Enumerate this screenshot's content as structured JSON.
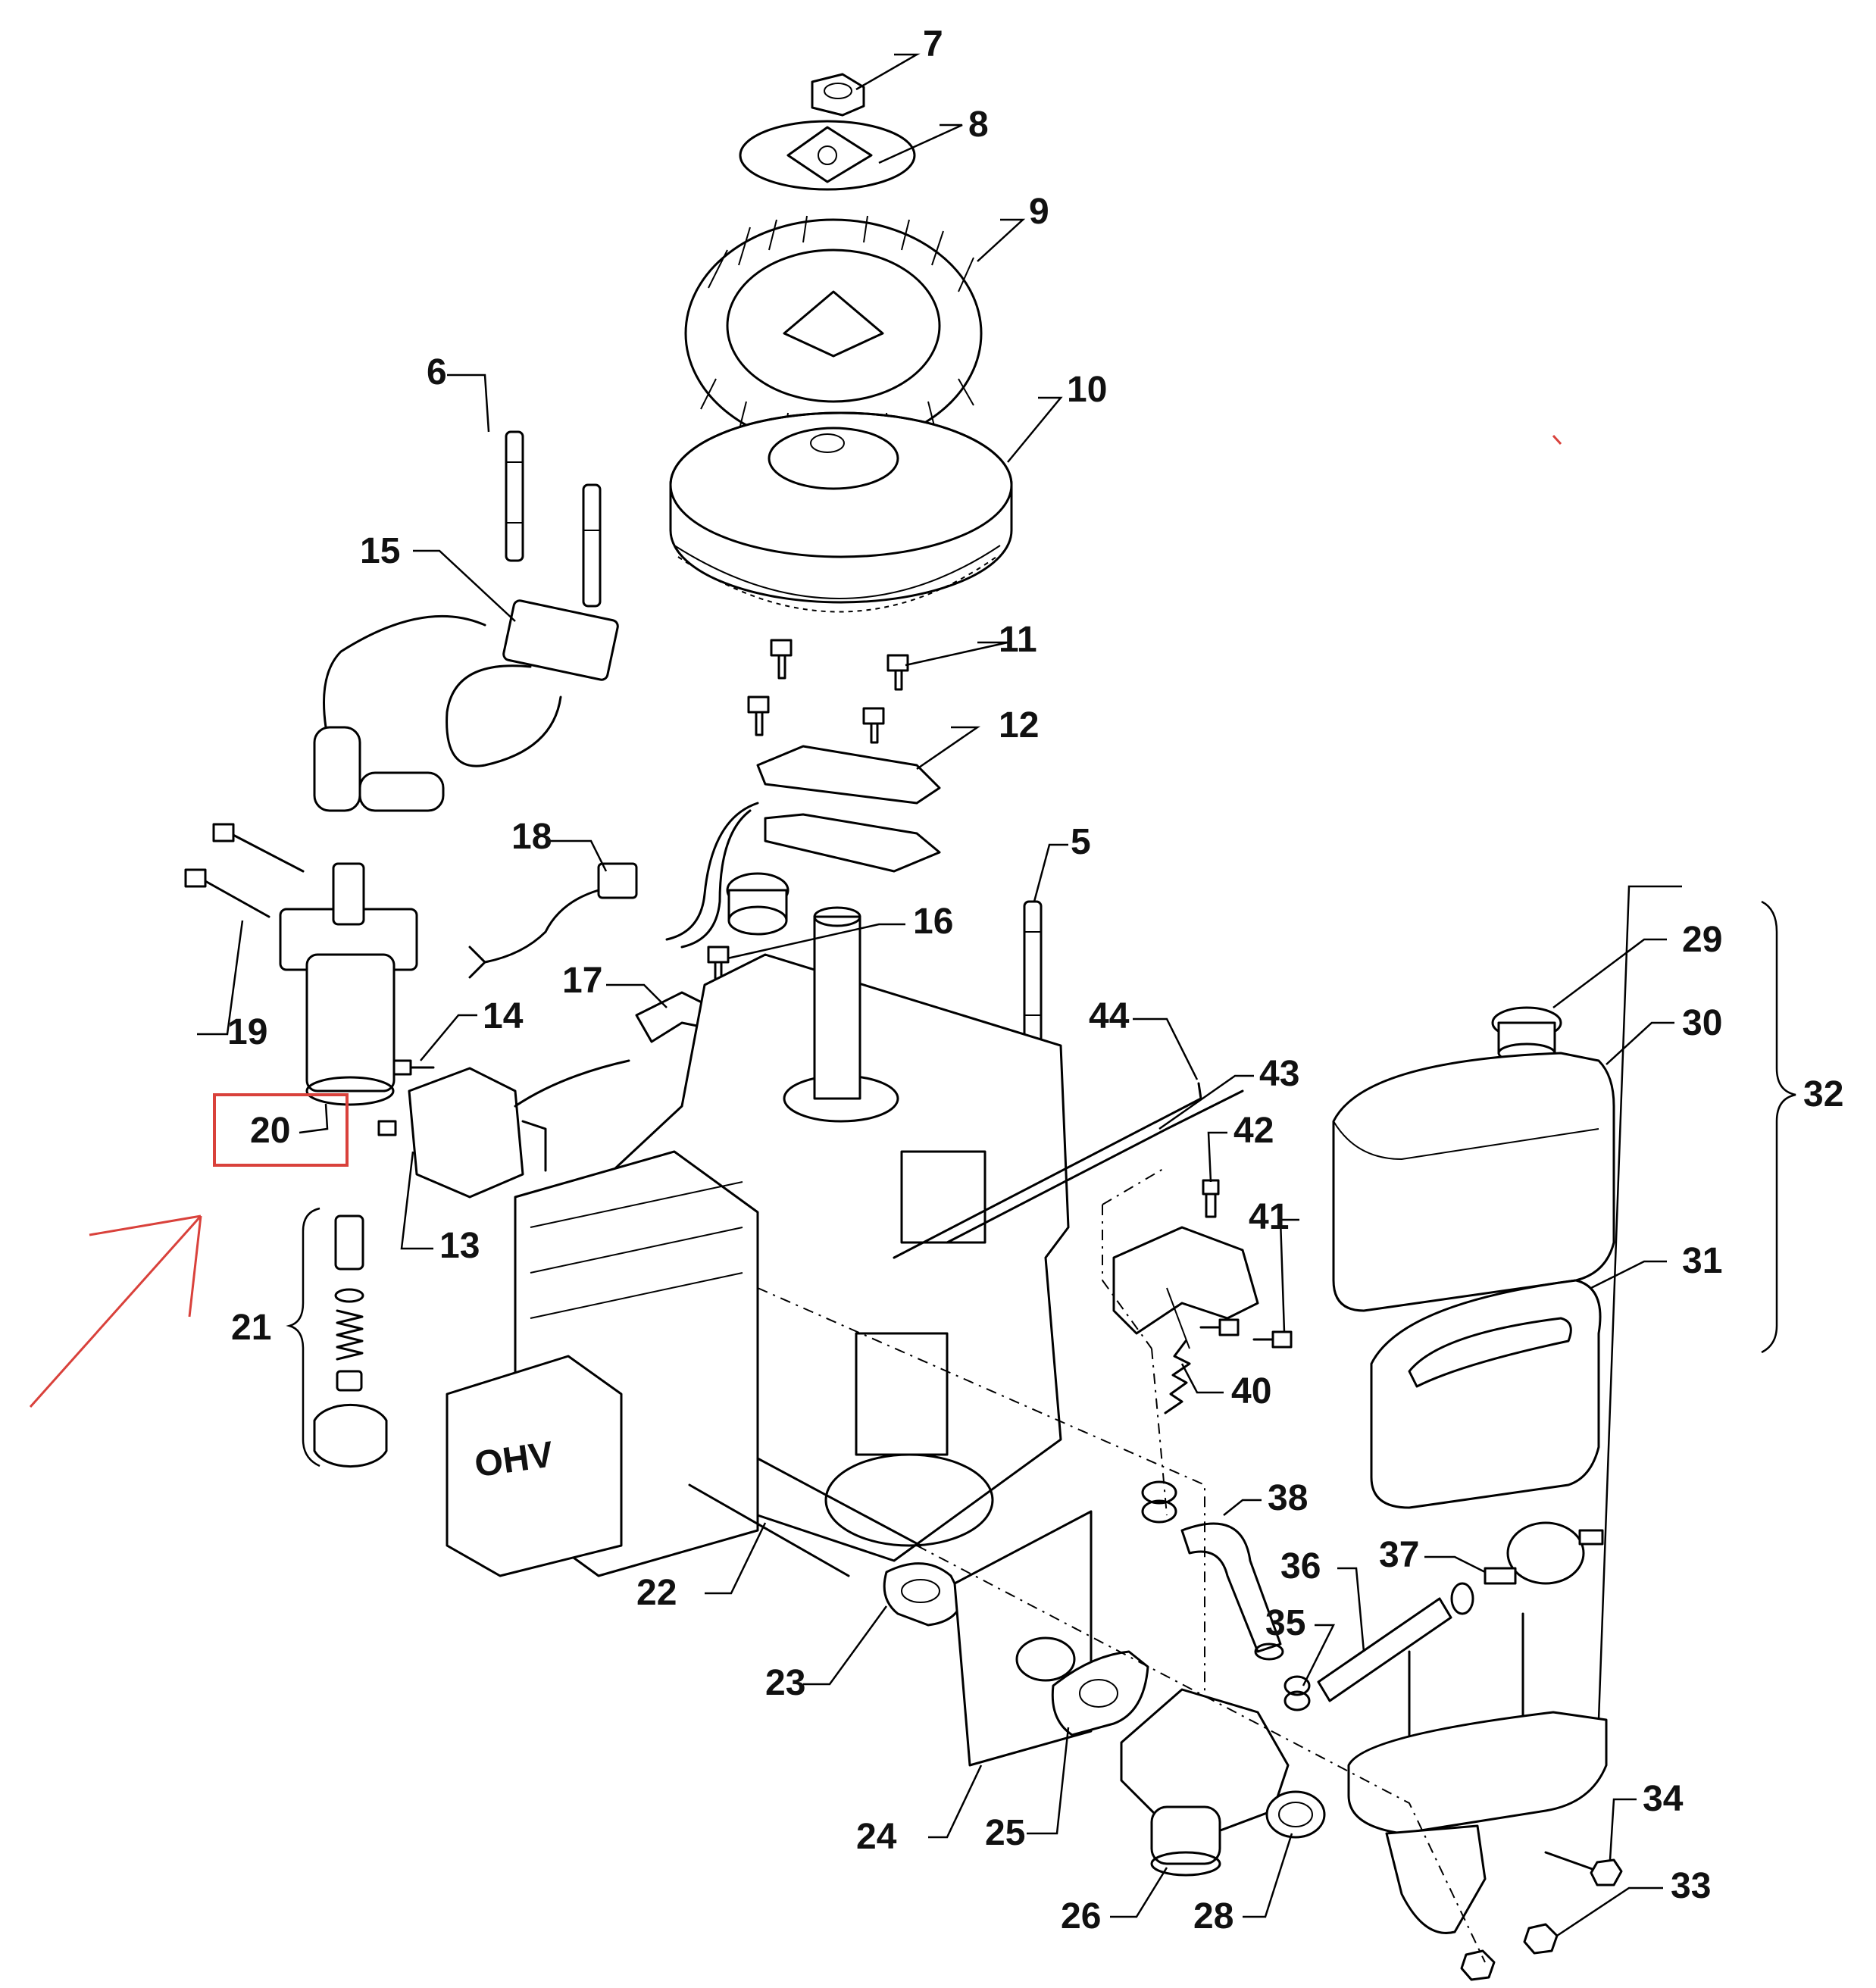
{
  "callouts": [
    {
      "id": "c7",
      "label": "7"
    },
    {
      "id": "c8",
      "label": "8"
    },
    {
      "id": "c9",
      "label": "9"
    },
    {
      "id": "c6",
      "label": "6"
    },
    {
      "id": "c10",
      "label": "10"
    },
    {
      "id": "c15",
      "label": "15"
    },
    {
      "id": "c11",
      "label": "11"
    },
    {
      "id": "c12",
      "label": "12"
    },
    {
      "id": "c18",
      "label": "18"
    },
    {
      "id": "c5",
      "label": "5"
    },
    {
      "id": "c16",
      "label": "16"
    },
    {
      "id": "c29",
      "label": "29"
    },
    {
      "id": "c17",
      "label": "17"
    },
    {
      "id": "c19",
      "label": "19"
    },
    {
      "id": "c14",
      "label": "14"
    },
    {
      "id": "c44",
      "label": "44"
    },
    {
      "id": "c30",
      "label": "30"
    },
    {
      "id": "c43",
      "label": "43"
    },
    {
      "id": "c32",
      "label": "32"
    },
    {
      "id": "c20",
      "label": "20"
    },
    {
      "id": "c42",
      "label": "42"
    },
    {
      "id": "c41",
      "label": "41"
    },
    {
      "id": "c13",
      "label": "13"
    },
    {
      "id": "c31",
      "label": "31"
    },
    {
      "id": "c21",
      "label": "21"
    },
    {
      "id": "c40",
      "label": "40"
    },
    {
      "id": "c38",
      "label": "38"
    },
    {
      "id": "c36",
      "label": "36"
    },
    {
      "id": "c37",
      "label": "37"
    },
    {
      "id": "c22",
      "label": "22"
    },
    {
      "id": "c35",
      "label": "35"
    },
    {
      "id": "c23",
      "label": "23"
    },
    {
      "id": "c34",
      "label": "34"
    },
    {
      "id": "c24",
      "label": "24"
    },
    {
      "id": "c25",
      "label": "25"
    },
    {
      "id": "c33",
      "label": "33"
    },
    {
      "id": "c26",
      "label": "26"
    },
    {
      "id": "c28",
      "label": "28"
    }
  ],
  "engine_marking": "OHV",
  "highlight": {
    "part": "20",
    "color": "#d9413b"
  }
}
